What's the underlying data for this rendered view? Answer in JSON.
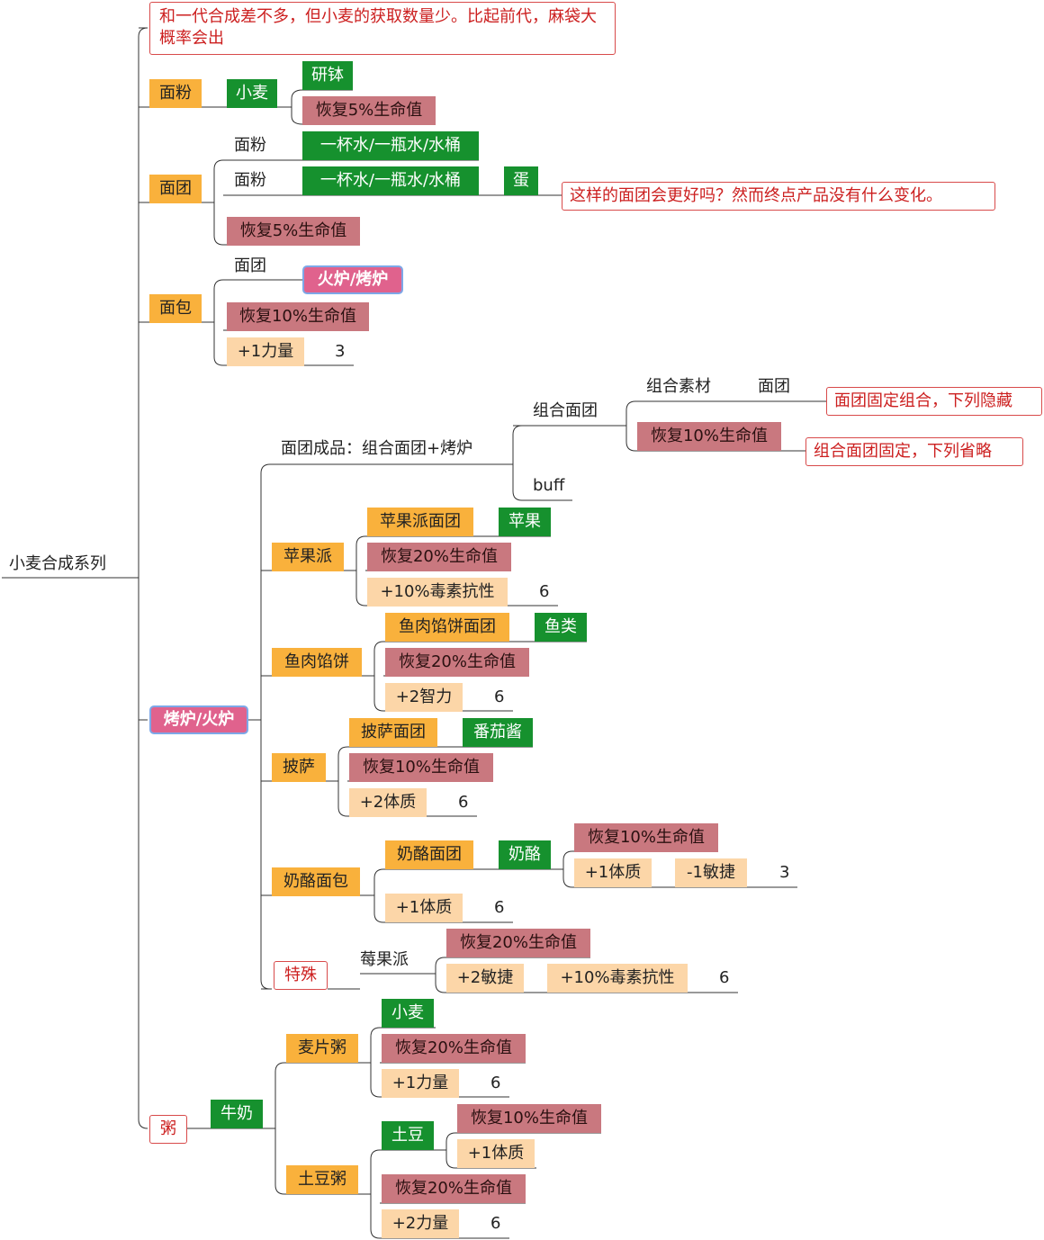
{
  "root": "小麦合成系列",
  "note_top": "和一代合成差不多，但小麦的获取数量少。比起前代，麻袋大概率会出",
  "note_dough": "这样的面团会更好吗？然而终点产品没有什么变化。",
  "note_combo_fixed": "面团固定组合，下列隐藏",
  "note_combo_omit": "组合面团固定，下列省略",
  "flour": {
    "label": "面粉",
    "wheat": "小麦",
    "mortar": "研钵",
    "effect": "恢复5%生命值"
  },
  "dough": {
    "label": "面团",
    "flour1": "面粉",
    "water1": "一杯水/一瓶水/水桶",
    "flour2": "面粉",
    "water2": "一杯水/一瓶水/水桶",
    "egg": "蛋",
    "effect": "恢复5%生命值"
  },
  "bread": {
    "label": "面包",
    "dough": "面团",
    "oven": "火炉/烤炉",
    "effect": "恢复10%生命值",
    "buff": "+1力量",
    "duration": "3"
  },
  "oven_branch": {
    "label": "烤炉/火炉",
    "dough_products": "面团成品：组合面团+烤炉",
    "combo_dough": "组合面团",
    "combo_material": "组合素材",
    "combo_dough_item": "面团",
    "combo_effect": "恢复10%生命值",
    "buff": "buff",
    "apple_pie": {
      "label": "苹果派",
      "dough": "苹果派面团",
      "ing": "苹果",
      "effect": "恢复20%生命值",
      "buff": "+10%毒素抗性",
      "duration": "6"
    },
    "fish_pie": {
      "label": "鱼肉馅饼",
      "dough": "鱼肉馅饼面团",
      "ing": "鱼类",
      "effect": "恢复20%生命值",
      "buff": "+2智力",
      "duration": "6"
    },
    "pizza": {
      "label": "披萨",
      "dough": "披萨面团",
      "ing": "番茄酱",
      "effect": "恢复10%生命值",
      "buff": "+2体质",
      "duration": "6"
    },
    "cheese_bread": {
      "label": "奶酪面包",
      "dough": "奶酪面团",
      "ing": "奶酪",
      "cheese_effect": "恢复10%生命值",
      "cheese_buff1": "+1体质",
      "cheese_buff2": "-1敏捷",
      "cheese_duration": "3",
      "buff": "+1体质",
      "duration": "6"
    },
    "special": {
      "label": "特殊",
      "berry_pie": "莓果派",
      "effect": "恢复20%生命值",
      "buff1": "+2敏捷",
      "buff2": "+10%毒素抗性",
      "duration": "6"
    }
  },
  "porridge": {
    "label": "粥",
    "milk": "牛奶",
    "oat": {
      "label": "麦片粥",
      "ing": "小麦",
      "effect": "恢复20%生命值",
      "buff": "+1力量",
      "duration": "6"
    },
    "potato": {
      "label": "土豆粥",
      "ing": "土豆",
      "ing_effect": "恢复10%生命值",
      "ing_buff": "+1体质",
      "effect": "恢复20%生命值",
      "buff": "+2力量",
      "duration": "6"
    }
  },
  "colors": {
    "orange": "#f9b13c",
    "green": "#16912e",
    "rose": "#c9787f",
    "peach": "#fcd6a8",
    "pink": "#e0628d",
    "red": "#cc1f1f"
  }
}
